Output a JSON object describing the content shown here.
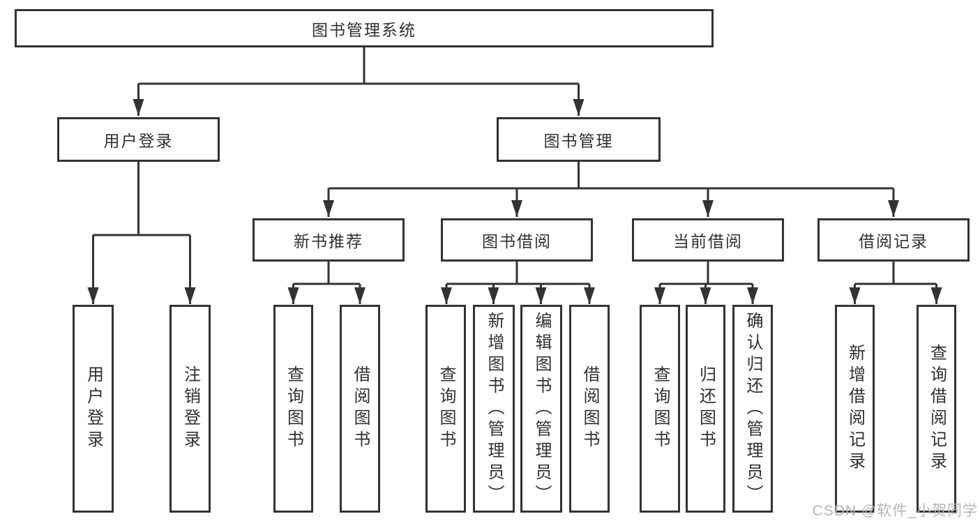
{
  "diagram": {
    "title": "图书管理系统",
    "root": {
      "label": "图书管理系统"
    },
    "branches": [
      {
        "id": "user-login",
        "label": "用户登录",
        "children": [
          {
            "label": "用户登录"
          },
          {
            "label": "注销登录"
          }
        ]
      },
      {
        "id": "book-management",
        "label": "图书管理",
        "children": [
          {
            "label": "新书推荐",
            "children": [
              {
                "label": "查询图书"
              },
              {
                "label": "借阅图书"
              }
            ]
          },
          {
            "label": "图书借阅",
            "children": [
              {
                "label": "查询图书"
              },
              {
                "label": "新增图书（管理员）"
              },
              {
                "label": "编辑图书（管理员）"
              },
              {
                "label": "借阅图书"
              }
            ]
          },
          {
            "label": "当前借阅",
            "children": [
              {
                "label": "查询图书"
              },
              {
                "label": "归还图书"
              },
              {
                "label": "确认归还（管理员）"
              }
            ]
          },
          {
            "label": "借阅记录",
            "children": [
              {
                "label": "新增借阅记录"
              },
              {
                "label": "查询借阅记录"
              }
            ]
          }
        ]
      }
    ]
  },
  "watermark": {
    "text": "CSDN @软件_小贺同学"
  },
  "colors": {
    "line": "#333333",
    "border": "#333333",
    "text": "#303030",
    "watermark": "#b5b5b5",
    "background": "#ffffff"
  }
}
